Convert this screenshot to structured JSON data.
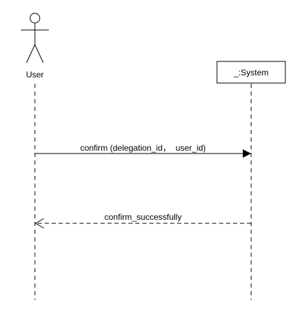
{
  "participants": {
    "actor": {
      "name": "User",
      "icon": "stick-figure-icon"
    },
    "system": {
      "name": "_:System"
    }
  },
  "messages": [
    {
      "label": "confirm (delegation_id，  user_id)",
      "kind": "synchronous",
      "from": "User",
      "to": "_:System"
    },
    {
      "label": "confirm_successfully",
      "kind": "return",
      "from": "_:System",
      "to": "User"
    }
  ],
  "colors": {
    "line": "#000000",
    "background": "#ffffff"
  }
}
